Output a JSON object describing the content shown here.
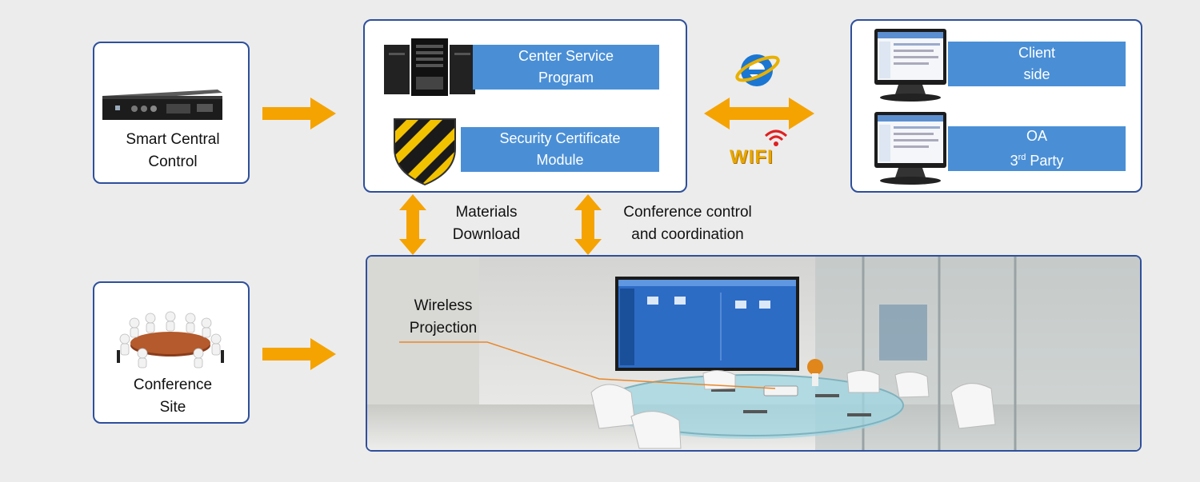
{
  "smart_central": {
    "line1": "Smart Central",
    "line2": "Control"
  },
  "conference_site": {
    "line1": "Conference",
    "line2": "Site"
  },
  "center": {
    "service_line1": "Center Service",
    "service_line2": "Program",
    "security_line1": "Security Certificate",
    "security_line2": "Module"
  },
  "wifi_text": "WIFI",
  "client": {
    "client_line1": "Client",
    "client_line2": "side",
    "oa_line1": "OA",
    "oa_line2_pre": "3",
    "oa_line2_sup": "rd",
    "oa_line2_post": " Party"
  },
  "links": {
    "materials_line1": "Materials",
    "materials_line2": "Download",
    "conference_line1": "Conference control",
    "conference_line2": "and coordination"
  },
  "room": {
    "wireless_line1": "Wireless",
    "wireless_line2": "Projection"
  },
  "colors": {
    "box_border": "#2e4f9c",
    "label_blue": "#4a8fd6",
    "arrow_orange": "#f5a300"
  }
}
